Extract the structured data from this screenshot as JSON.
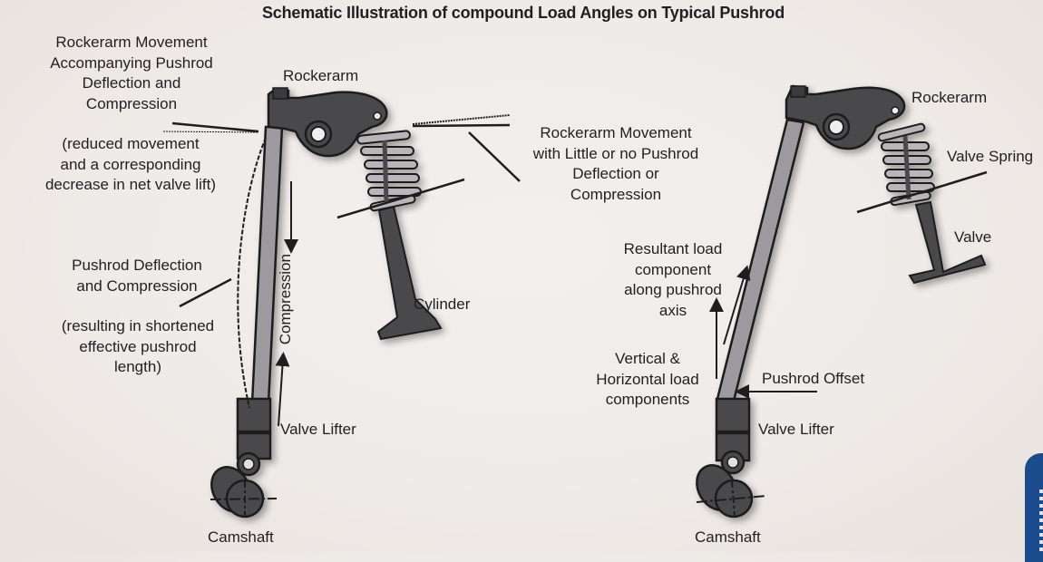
{
  "title": "Schematic Illustration of compound Load Angles on Typical Pushrod",
  "colors": {
    "metal_dark": "#4a4a4c",
    "metal_light": "#9c9a9f",
    "outline": "#1e1e1f",
    "background": "#efebe8",
    "tab_blue": "#1b4a8d"
  },
  "left_diagram": {
    "rockerarm_movement_label": {
      "lines": [
        "Rockerarm Movement",
        "Accompanying Pushrod",
        "Deflection and",
        "Compression"
      ]
    },
    "reduced_movement_note": {
      "lines": [
        "(reduced movement",
        "and a corresponding",
        "decrease in net valve lift)"
      ]
    },
    "rockerarm_label": "Rockerarm",
    "little_deflection_label": {
      "lines": [
        "Rockerarm Movement",
        "with Little or no Pushrod",
        "Deflection or",
        "Compression"
      ]
    },
    "deflection_label": {
      "lines": [
        "Pushrod Deflection",
        "and Compression"
      ]
    },
    "shortened_note": {
      "lines": [
        "(resulting in shortened",
        "effective pushrod",
        "length)"
      ]
    },
    "compression_label": "Compression",
    "cylinder_label": "Cylinder",
    "valve_lifter_label": "Valve Lifter",
    "camshaft_label": "Camshaft"
  },
  "right_diagram": {
    "rockerarm_label": "Rockerarm",
    "valve_spring_label": "Valve Spring",
    "valve_label": "Valve",
    "resultant_label": {
      "lines": [
        "Resultant load",
        "component",
        "along pushrod",
        "axis"
      ]
    },
    "components_label": {
      "lines": [
        "Vertical &",
        "Horizontal load",
        "components"
      ]
    },
    "pushrod_offset_label": "Pushrod Offset",
    "valve_lifter_label": "Valve Lifter",
    "camshaft_label": "Camshaft"
  }
}
